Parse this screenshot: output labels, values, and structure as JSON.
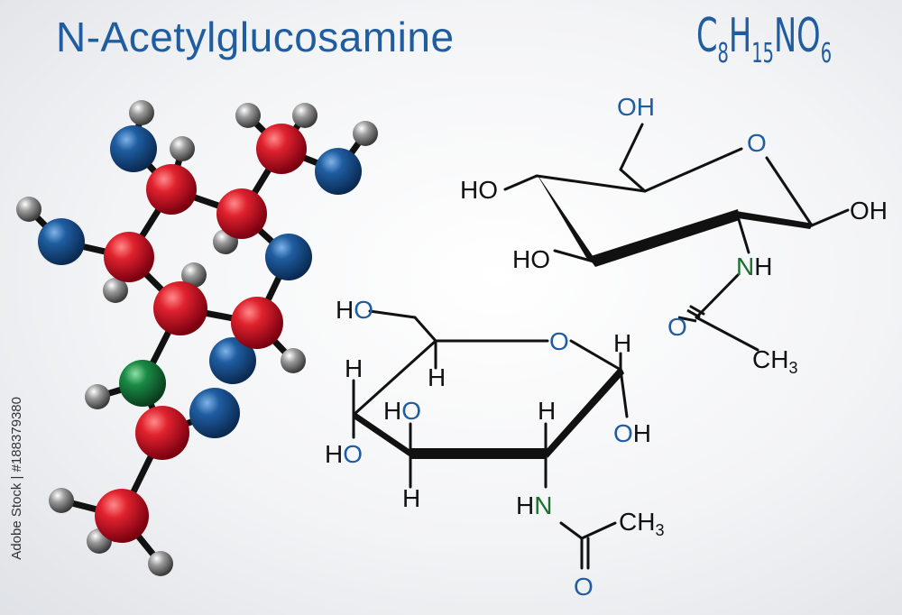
{
  "title": "N-Acetylglucosamine",
  "formula": {
    "C": "C",
    "c_count": "8",
    "H": "H",
    "h_count": "15",
    "N": "N",
    "O": "O",
    "o_count": "6"
  },
  "watermark": "Adobe Stock | #188379380",
  "colors": {
    "title": "#1f5da0",
    "carbon": "#c8102e",
    "oxygen": "#1f5da0",
    "nitrogen": "#1a7a3a",
    "hydrogen": "#8a8a8a",
    "hetero_label_O": "#1f5da0",
    "hetero_label_N": "#1b6e2c"
  },
  "icons": [
    "ball-and-stick-model",
    "skeletal-formula-chair",
    "haworth-projection"
  ],
  "chair_labels": {
    "oh_top": "OH",
    "ho_left": "HO",
    "ring_o": "O",
    "oh_right": "OH",
    "ho_bottom": "HO",
    "nh_n": "N",
    "nh_h": "H",
    "o_carbonyl": "O",
    "ch3_c": "CH",
    "ch3_sub": "3"
  },
  "haworth_labels": {
    "ho_top": "HO",
    "ring_o": "O",
    "h_c5": "H",
    "h_c1": "H",
    "h_c4": "H",
    "ho_c4": "HO",
    "ho_c3": "HO",
    "h_c2": "H",
    "oh_c1": "OH",
    "h_c3": "H",
    "hn_h": "H",
    "hn_n": "N",
    "ch3_c": "CH",
    "ch3_sub": "3",
    "o_carbonyl": "O"
  }
}
